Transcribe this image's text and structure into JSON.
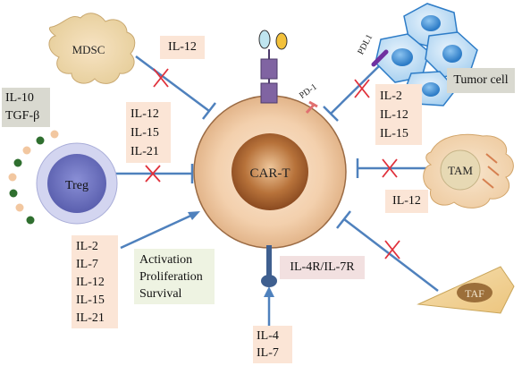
{
  "cells": {
    "center": "CAR-T",
    "mdsc": "MDSC",
    "treg": "Treg",
    "tam": "TAM",
    "taf": "TAF",
    "tumor": "Tumor cell"
  },
  "receptors": {
    "pdl1": "PDL1",
    "pd1": "PD-1",
    "il4r": "IL-4R/IL-7R"
  },
  "boxes": {
    "mdsc": [
      "IL-12"
    ],
    "treg_secreted": [
      "IL-10",
      "TGF-β"
    ],
    "treg": [
      "IL-12",
      "IL-15",
      "IL-21"
    ],
    "tumor": [
      "IL-2",
      "IL-12",
      "IL-15"
    ],
    "tam": [
      "IL-12"
    ],
    "activating": [
      "IL-2",
      "IL-7",
      "IL-12",
      "IL-15",
      "IL-21"
    ],
    "effects": [
      "Activation",
      "Proliferation",
      "Survival"
    ],
    "bottom": [
      "IL-4",
      "IL-7"
    ]
  },
  "colors": {
    "arrow": "#4f81bd",
    "cross": "#e0303a",
    "box_peach": "#fbe5d6",
    "box_green": "#eef3e2",
    "box_gray": "#d9d9d0",
    "box_pink": "#f2e0e0",
    "cart_outer": "#f3d2b2",
    "cart_inner": "#a9622f",
    "tumor": "#3b88d4",
    "receptor_purple": "#8064a2",
    "receptor_tail": "#3f5f8f"
  }
}
